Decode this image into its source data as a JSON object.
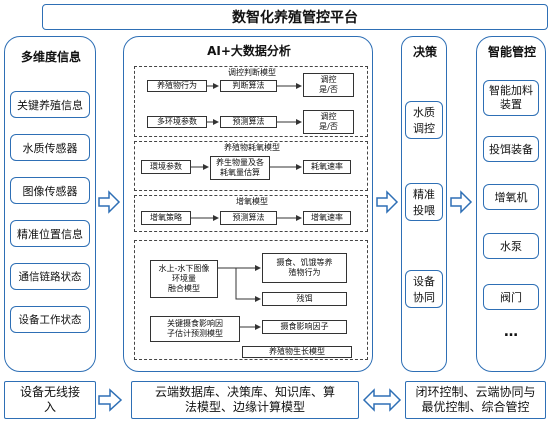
{
  "title": "数智化养殖管控平台",
  "left": {
    "header": "多维度信息",
    "items": [
      "关键养殖信息",
      "水质传感器",
      "图像传感器",
      "精准位置信息",
      "通信链路状态",
      "设备工作状态"
    ]
  },
  "ai": {
    "header": "AI+大数据分析",
    "sections": {
      "control": {
        "title": "调控判断模型",
        "row1": [
          "养殖物行为",
          "判断算法",
          "调控\n是/否"
        ],
        "row2": [
          "多环境参数",
          "预测算法",
          "调控\n是/否"
        ]
      },
      "feed": {
        "title": "养殖物耗氧模型",
        "row": [
          "環境参数",
          "养生物量及各\n耗氧量估算",
          "耗氧速率"
        ]
      },
      "oxy": {
        "title": "增氧模型",
        "row": [
          "增氧策略",
          "预测算法",
          "增氧速率"
        ]
      },
      "growth": {
        "left1": "水上-水下图像\n环境量\n融合模型",
        "right1": "摄食、饥饿等养\n殖物行为",
        "right2": "残饵",
        "left2": "关键摄食影响因\n子估计预测模型",
        "right3": "摄食影响因子",
        "bottom": "养殖物生长模型"
      }
    }
  },
  "decision": {
    "header": "决策",
    "items": [
      "水质\n调控",
      "精准\n投喂",
      "设备\n协同"
    ]
  },
  "smart": {
    "header": "智能管控",
    "items": [
      "智能加料\n装置",
      "投饵装备",
      "增氧机",
      "水泵",
      "阀门",
      "…"
    ]
  },
  "bottom": {
    "left": "设备无线接\n入",
    "middle": "云端数据库、决策库、知识库、算\n法模型、边缘计算模型",
    "right": "闭环控制、云端协同与\n最优控制、综合管控"
  },
  "colors": {
    "accent": "#2e6fb5",
    "line": "#333333"
  }
}
